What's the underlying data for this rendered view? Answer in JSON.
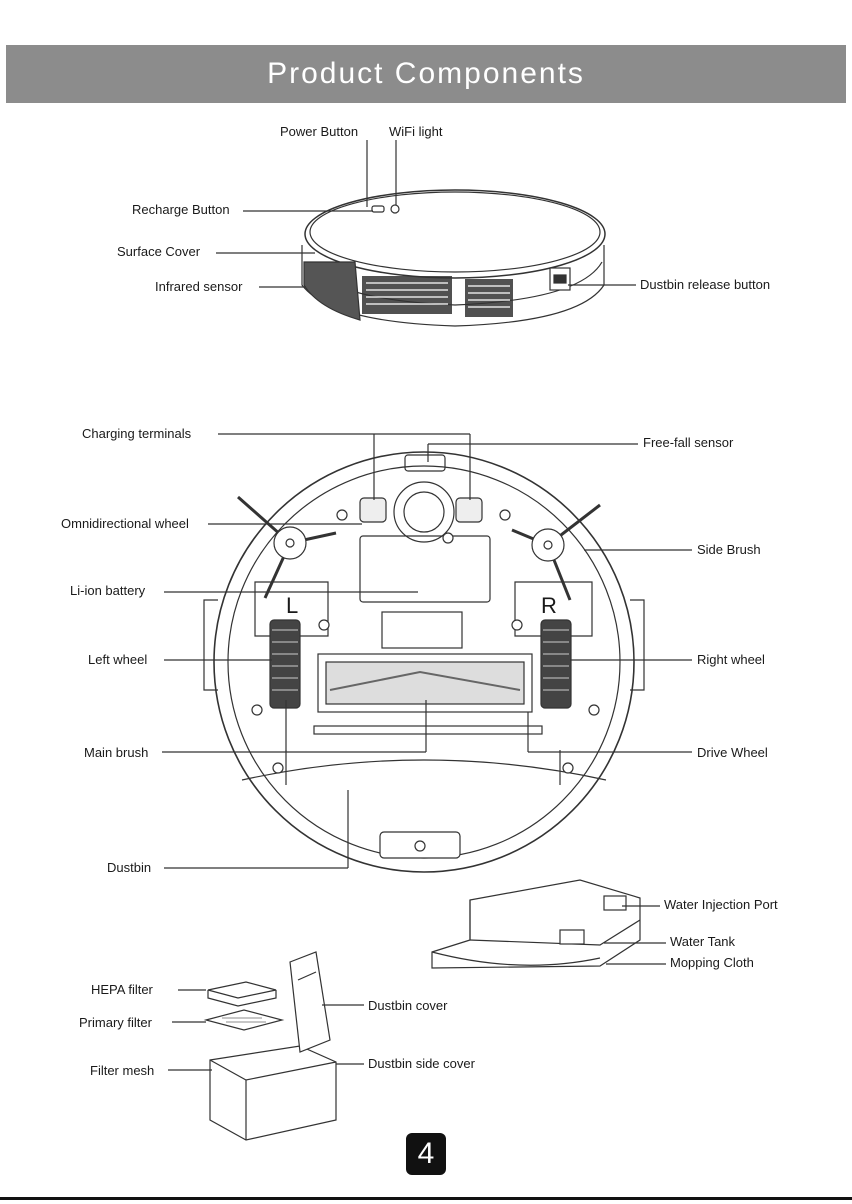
{
  "header": {
    "title": "Product Components"
  },
  "top_view": {
    "labels": {
      "power_button": "Power Button",
      "wifi_light": "WiFi light",
      "recharge_button": "Recharge Button",
      "surface_cover": "Surface Cover",
      "infrared_sensor": "Infrared sensor",
      "dustbin_release": "Dustbin release button"
    }
  },
  "bottom_view": {
    "labels": {
      "charging_terminals": "Charging terminals",
      "free_fall_sensor": "Free-fall sensor",
      "omni_wheel": "Omnidirectional wheel",
      "side_brush": "Side Brush",
      "li_ion_battery": "Li-ion battery",
      "left_wheel": "Left wheel",
      "right_wheel": "Right wheel",
      "main_brush": "Main brush",
      "drive_wheel": "Drive Wheel",
      "dustbin": "Dustbin"
    },
    "wheel_marks": {
      "left": "L",
      "right": "R"
    }
  },
  "water_tank": {
    "labels": {
      "water_injection_port": "Water Injection Port",
      "water_tank": "Water Tank",
      "mopping_cloth": "Mopping Cloth"
    }
  },
  "dustbin_parts": {
    "labels": {
      "hepa_filter": "HEPA filter",
      "primary_filter": "Primary filter",
      "filter_mesh": "Filter mesh",
      "dustbin_cover": "Dustbin cover",
      "dustbin_side_cover": "Dustbin side cover"
    }
  },
  "page_number": "4"
}
